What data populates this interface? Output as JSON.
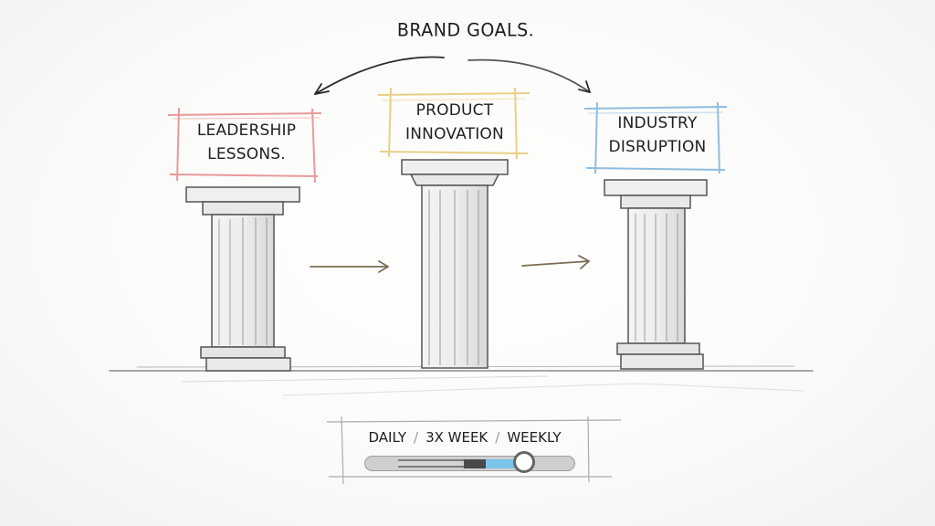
{
  "title": "BRAND GOALS.",
  "pillars": [
    {
      "id": "leadership",
      "label_line1": "LEADERSHIP",
      "label_line2": "LESSONS.",
      "frame_color": "#e89a9a"
    },
    {
      "id": "product",
      "label_line1": "PRODUCT",
      "label_line2": "INNOVATION",
      "frame_color": "#e9cf86"
    },
    {
      "id": "industry",
      "label_line1": "INDUSTRY",
      "label_line2": "DISRUPTION",
      "frame_color": "#8fbde0"
    }
  ],
  "arrows": {
    "top_left": "curved-arrow-to-leadership",
    "top_right": "curved-arrow-to-industry",
    "mid_left": "arrow-leadership-to-product",
    "mid_right": "arrow-product-to-industry"
  },
  "frequency": {
    "options": [
      "DAILY",
      "3X WEEK",
      "WEEKLY"
    ],
    "separator": "/",
    "selected": "WEEKLY",
    "accent_color": "#7cc3ea",
    "dark_segment_color": "#4a4a4a"
  }
}
